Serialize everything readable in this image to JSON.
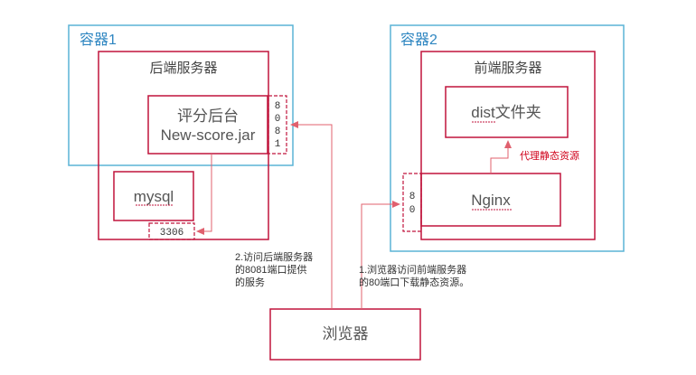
{
  "container1": {
    "title": "容器1"
  },
  "container2": {
    "title": "容器2"
  },
  "backend_server": {
    "title": "后端服务器"
  },
  "score_app": {
    "line1": "评分后台",
    "line2": "New-score.jar"
  },
  "port_8081": {
    "digits": [
      "8",
      "0",
      "8",
      "1"
    ]
  },
  "mysql": {
    "label": "mysql"
  },
  "port_3306": {
    "label": "3306"
  },
  "frontend_server": {
    "title": "前端服务器"
  },
  "dist_folder": {
    "label": "dist文件夹"
  },
  "proxy_note": {
    "label": "代理静态资源"
  },
  "nginx": {
    "label": "Nginx"
  },
  "port_80": {
    "digits": [
      "8",
      "0"
    ]
  },
  "browser": {
    "label": "浏览器"
  },
  "note_backend": {
    "lines": [
      "2.访问后端服务器",
      "的8081端口提供",
      "的服务"
    ]
  },
  "note_frontend": {
    "lines": [
      "1.浏览器访问前端服务器",
      "的80端口下载静态资源。"
    ]
  },
  "colors": {
    "container_border": "#5ab4d6",
    "server_border": "#c0143c",
    "arrow": "#e0606e"
  }
}
